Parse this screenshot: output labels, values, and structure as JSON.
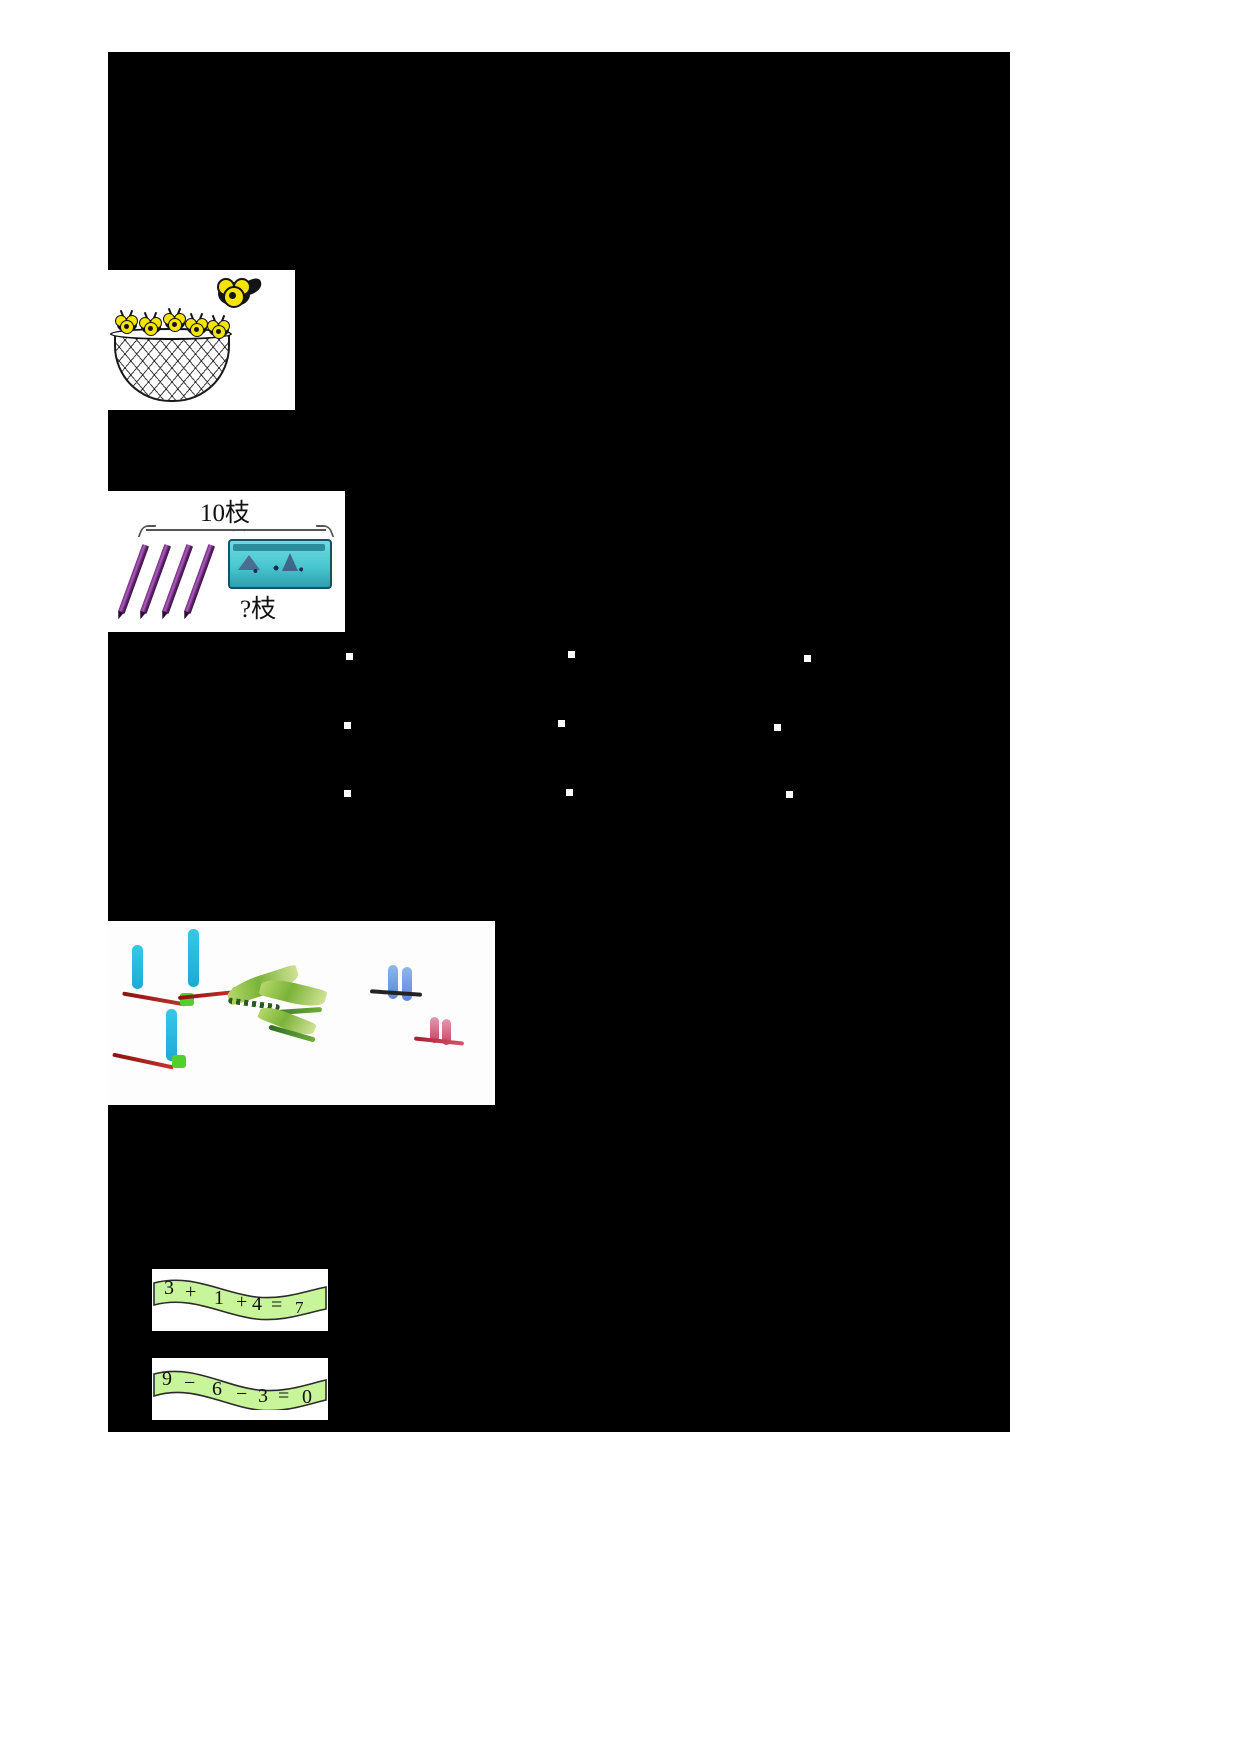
{
  "document": {
    "type": "math-worksheet",
    "language": "zh-CN",
    "page_background": "#ffffff",
    "content_block_color": "#000000"
  },
  "figures": {
    "bees": {
      "name": "bees-and-basket",
      "caption": "",
      "bee_count_in_basket": 5,
      "bee_count_flying": 1
    },
    "pencils": {
      "name": "pencils-and-case",
      "total_label": "10枝",
      "unknown_label": "?枝",
      "visible_pencils": 4
    },
    "dragonflies": {
      "name": "dragonflies",
      "groups": [
        3,
        1,
        4
      ]
    }
  },
  "dot_grid": {
    "label": "connect-the-dots",
    "dot_color": "#ffffff",
    "columns": [
      346,
      568,
      804
    ],
    "columns_row2": [
      344,
      558,
      774
    ],
    "columns_row3": [
      344,
      566,
      786
    ],
    "rows": [
      655,
      724,
      791
    ]
  },
  "equations": [
    {
      "id": "eq-1",
      "text": "3 + 1 + 4 = 7",
      "terms": [
        "3",
        "+",
        "1",
        "+",
        "4",
        "=",
        "7"
      ],
      "ribbon_color": "#c8f49a"
    },
    {
      "id": "eq-2",
      "text": "9 − 6 − 3 = 0",
      "terms": [
        "9",
        "−",
        "6",
        "−",
        "3",
        "=",
        "0"
      ],
      "ribbon_color": "#c8f49a"
    }
  ]
}
